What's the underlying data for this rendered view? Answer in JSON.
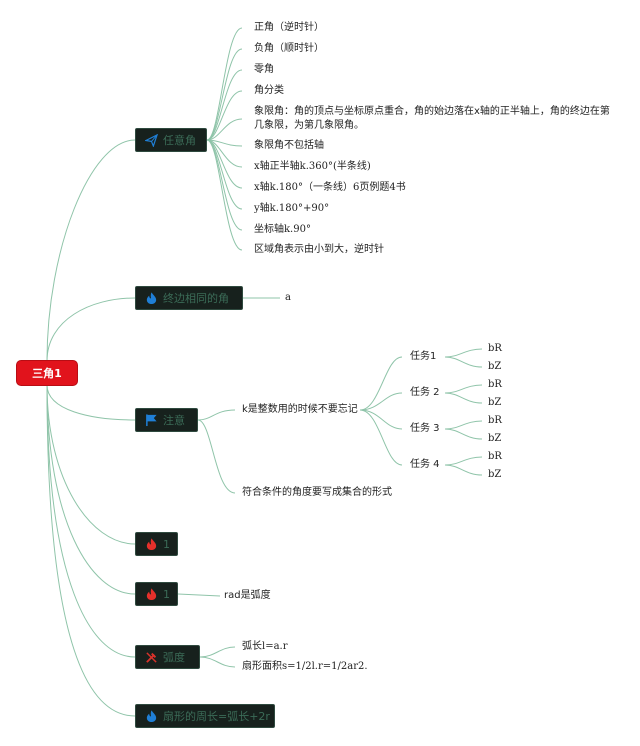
{
  "root": {
    "label": "三角1"
  },
  "colors": {
    "root": "#e1131c",
    "node_bg": "#17211d",
    "node_text": "#3b6b57",
    "line": "#8fc4a9",
    "fire": "#e5302b",
    "blue": "#1f7fd6",
    "red_tool": "#d8322b"
  },
  "branches": {
    "b1": {
      "label": "任意角",
      "icon": "paper-plane-icon",
      "children": [
        "正角（逆时针）",
        "负角（顺时针）",
        "零角",
        "角分类",
        "象限角：角的顶点与坐标原点重合，角的始边落在x轴的正半轴上，角的终边在第几象限，为第几象限角。",
        "象限角不包括轴",
        "x轴正半轴k.360°(半条线)",
        "x轴k.180°（一条线）6页例题4书",
        "y轴k.180°+90°",
        "坐标轴k.90°",
        "区域角表示由小到大，逆时针"
      ]
    },
    "b2": {
      "label": "终边相同的角",
      "icon": "flame-icon",
      "children": [
        "a"
      ]
    },
    "b3": {
      "label": "注意",
      "icon": "flag-icon",
      "k_note": "k是整数用的时候不要忘记",
      "tasks": [
        {
          "label": "任务1",
          "children": [
            "bR",
            "bZ"
          ]
        },
        {
          "label": "任务 2",
          "children": [
            "bR",
            "bZ"
          ]
        },
        {
          "label": "任务 3",
          "children": [
            "bR",
            "bZ"
          ]
        },
        {
          "label": "任务 4",
          "children": [
            "bR",
            "bZ"
          ]
        }
      ],
      "set_note": "符合条件的角度要写成集合的形式"
    },
    "b4": {
      "label": "1",
      "icon": "flame-icon"
    },
    "b5": {
      "label": "1",
      "icon": "flame-icon",
      "children": [
        "rad是弧度"
      ]
    },
    "b6": {
      "label": "弧度",
      "icon": "tools-icon",
      "children": [
        "弧长l=a.r",
        "扇形面积s=1/2l.r=1/2ar2."
      ]
    },
    "b7": {
      "label": "扇形的周长=弧长+2r",
      "icon": "flame-icon"
    }
  }
}
